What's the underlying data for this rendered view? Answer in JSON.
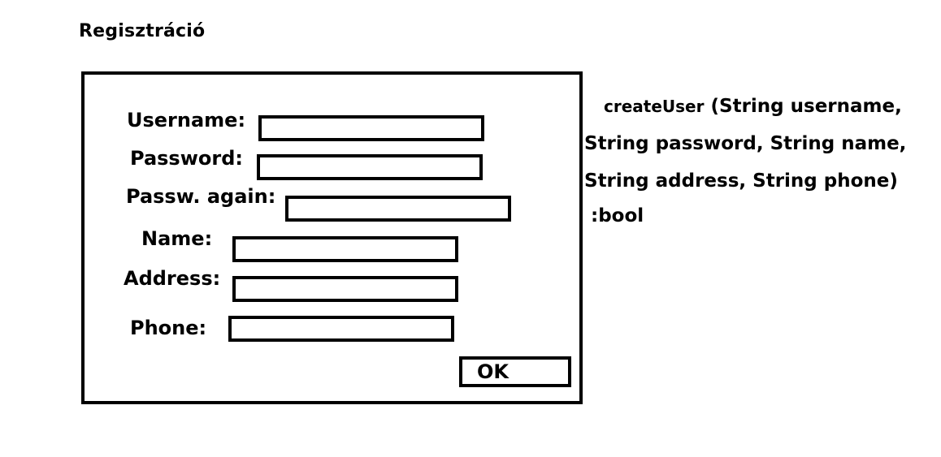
{
  "page": {
    "title": "Regisztráció"
  },
  "form": {
    "fields": [
      {
        "label": "Username:",
        "value": ""
      },
      {
        "label": "Password:",
        "value": ""
      },
      {
        "label": "Passw. again:",
        "value": ""
      },
      {
        "label": "Name:",
        "value": ""
      },
      {
        "label": "Address:",
        "value": ""
      },
      {
        "label": "Phone:",
        "value": ""
      }
    ],
    "ok_label": "OK"
  },
  "signature": {
    "function_name": "createUser",
    "line1_rest": " (String username,",
    "line2": "String password, String name,",
    "line3": "String address, String phone)",
    "return_type": ":bool"
  }
}
